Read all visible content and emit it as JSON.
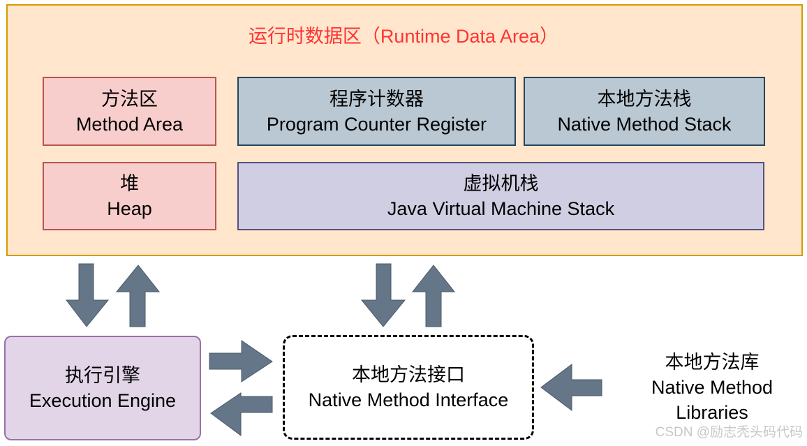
{
  "runtime_data_area": {
    "title": "运行时数据区（Runtime Data Area）"
  },
  "boxes": {
    "method_area": {
      "cn": "方法区",
      "en": "Method Area"
    },
    "program_counter": {
      "cn": "程序计数器",
      "en": "Program Counter Register"
    },
    "native_method_stack": {
      "cn": "本地方法栈",
      "en": "Native Method Stack"
    },
    "heap": {
      "cn": "堆",
      "en": "Heap"
    },
    "jvm_stack": {
      "cn": "虚拟机栈",
      "en": "Java Virtual Machine Stack"
    },
    "execution_engine": {
      "cn": "执行引擎",
      "en": "Execution Engine"
    },
    "native_interface": {
      "cn": "本地方法接口",
      "en": "Native Method Interface"
    },
    "native_libraries": {
      "cn": "本地方法库",
      "en": "Native Method",
      "en2": "Libraries"
    }
  },
  "colors": {
    "runtime_fill": "#ffe6cc",
    "runtime_border": "#d79b00",
    "title_color": "#ff3333",
    "pink_fill": "#f8cecc",
    "grey_fill": "#bac8d3",
    "lavender_fill": "#d0cee2",
    "purple_fill": "#e1d5e7",
    "arrow_fill": "#647687"
  },
  "watermark": "CSDN @励志秃头码代码"
}
